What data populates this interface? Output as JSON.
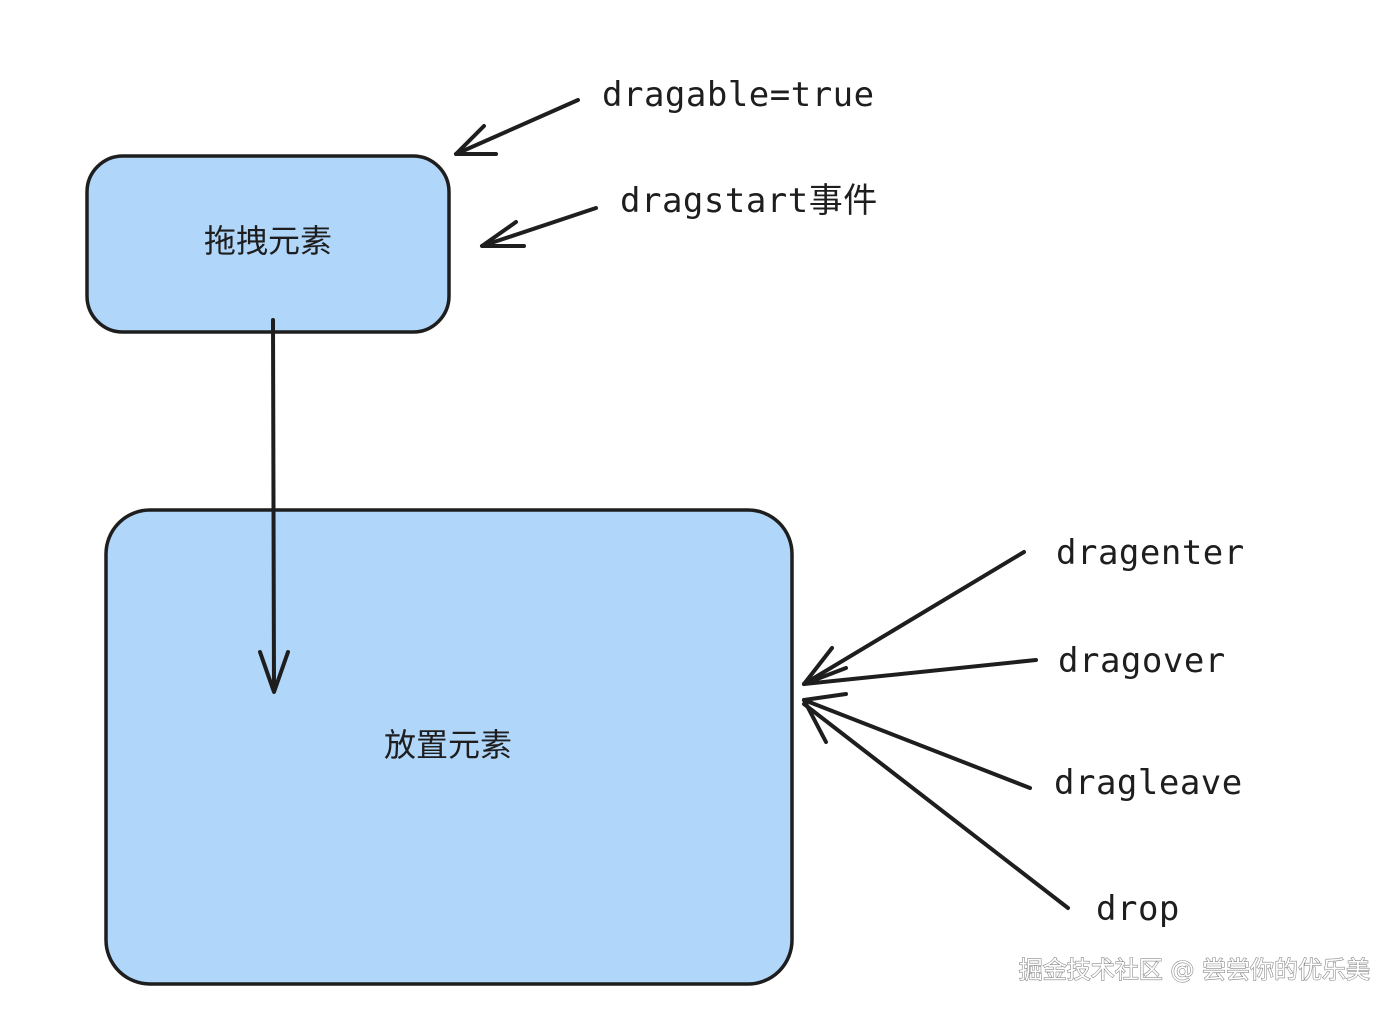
{
  "colors": {
    "box_fill": "#b0d6fa",
    "stroke": "#1e1e1e",
    "background": "#ffffff"
  },
  "drag_box": {
    "label": "拖拽元素"
  },
  "drop_box": {
    "label": "放置元素"
  },
  "drag_annotations": [
    {
      "label": "dragable=true"
    },
    {
      "label": "dragstart事件"
    }
  ],
  "drop_events": [
    {
      "label": "dragenter"
    },
    {
      "label": "dragover"
    },
    {
      "label": "dragleave"
    },
    {
      "label": "drop"
    }
  ],
  "watermark": "掘金技术社区 @ 尝尝你的优乐美"
}
